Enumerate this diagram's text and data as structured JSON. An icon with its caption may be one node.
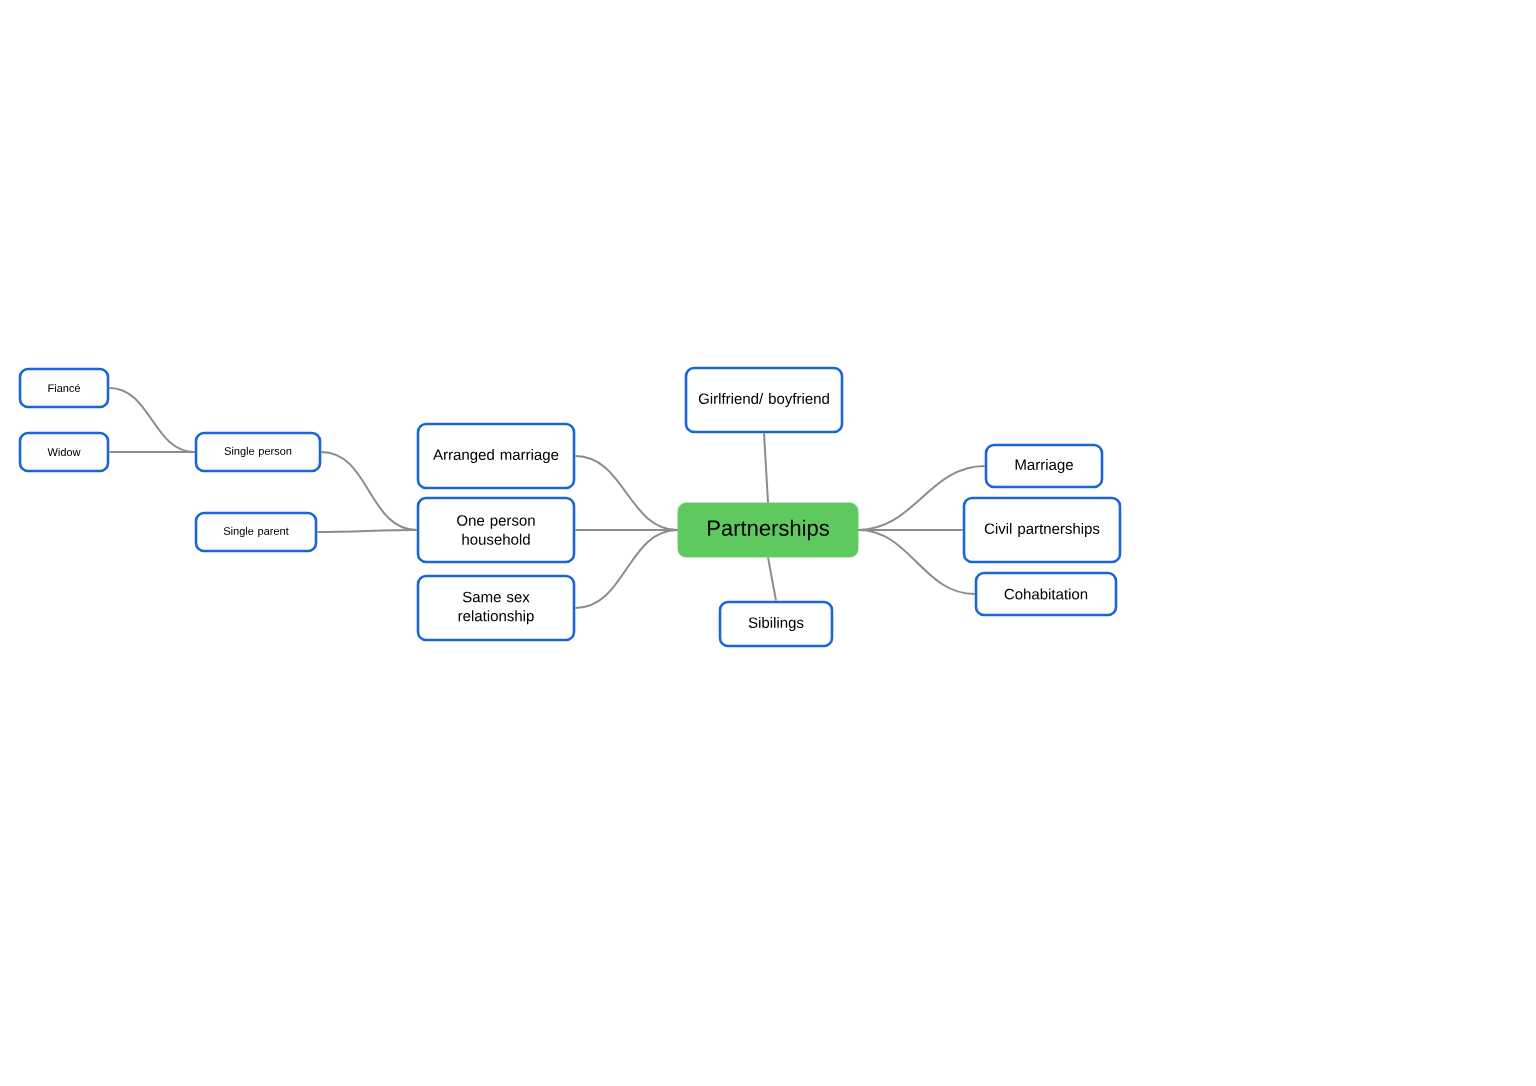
{
  "diagram": {
    "nodes": [
      {
        "text": [
          "Partnerships"
        ]
      },
      {
        "text": [
          "Girlfriend/ boyfriend"
        ]
      },
      {
        "text": [
          "Sibilings"
        ]
      },
      {
        "text": [
          "Marriage"
        ]
      },
      {
        "text": [
          "Civil partnerships"
        ]
      },
      {
        "text": [
          "Cohabitation"
        ]
      },
      {
        "text": [
          "Arranged marriage"
        ]
      },
      {
        "text": [
          "One person household"
        ]
      },
      {
        "text": [
          "Same sex relationship"
        ]
      },
      {
        "text": [
          "Single person"
        ]
      },
      {
        "text": [
          "Single parent"
        ]
      },
      {
        "text": [
          "Fiancé"
        ]
      },
      {
        "text": [
          "Widow"
        ]
      }
    ],
    "edges": [
      {
        "from": 0,
        "to": 1,
        "arrow": "none"
      },
      {
        "from": 0,
        "to": 2,
        "arrow": "none"
      },
      {
        "from": 0,
        "to": 3,
        "arrow": "none"
      },
      {
        "from": 0,
        "to": 4,
        "arrow": "none"
      },
      {
        "from": 0,
        "to": 5,
        "arrow": "none"
      },
      {
        "from": 0,
        "to": 6,
        "arrow": "none"
      },
      {
        "from": 0,
        "to": 7,
        "arrow": "none"
      },
      {
        "from": 0,
        "to": 8,
        "arrow": "none"
      },
      {
        "from": 7,
        "to": 9,
        "arrow": "none"
      },
      {
        "from": 7,
        "to": 10,
        "arrow": "none"
      },
      {
        "from": 9,
        "to": 11,
        "arrow": "none"
      },
      {
        "from": 9,
        "to": 12,
        "arrow": "none"
      }
    ]
  }
}
